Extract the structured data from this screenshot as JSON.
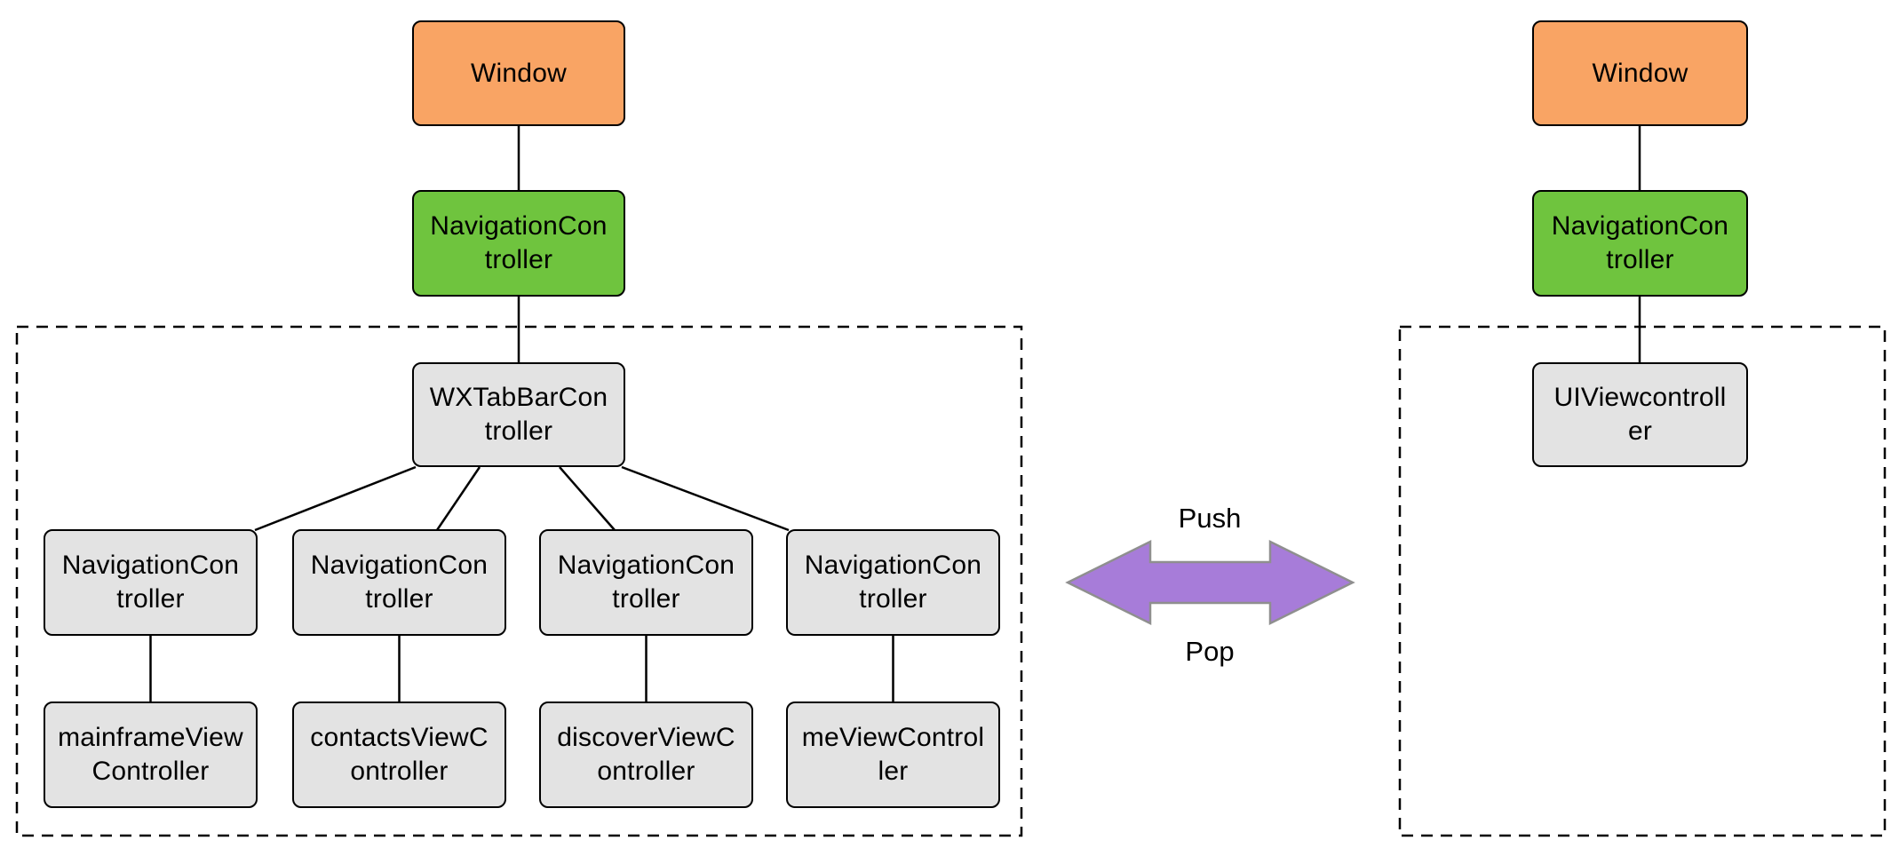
{
  "diagram": {
    "left_panel": {
      "window": "Window",
      "navigation_controller": "NavigationCon\ntroller",
      "tab_bar_controller": "WXTabBarCon\ntroller",
      "tab_navigation_controllers": [
        "NavigationCon\ntroller",
        "NavigationCon\ntroller",
        "NavigationCon\ntroller",
        "NavigationCon\ntroller"
      ],
      "leaf_view_controllers": [
        "mainframeView\nController",
        "contactsViewC\nontroller",
        "discoverViewC\nontroller",
        "meViewControl\nler"
      ]
    },
    "right_panel": {
      "window": "Window",
      "navigation_controller": "NavigationCon\ntroller",
      "view_controller": "UIViewcontroll\ner"
    },
    "transition": {
      "push_label": "Push",
      "pop_label": "Pop"
    },
    "colors": {
      "window_fill": "#f9a464",
      "navigation_controller_fill": "#6fc43e",
      "view_controller_fill": "#e3e3e3",
      "arrow_fill": "#a77cd9",
      "line_color": "#000000"
    }
  }
}
